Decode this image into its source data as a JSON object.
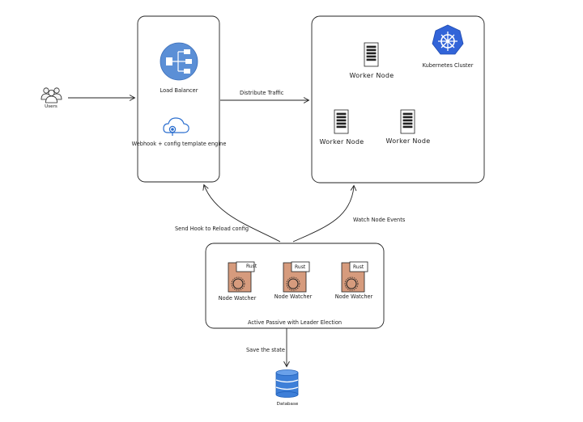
{
  "users": {
    "label": "Users"
  },
  "lb_box": {
    "load_balancer_label": "Load Balancer",
    "webhook_label": "Webhook + config template engine"
  },
  "edges": {
    "distribute_traffic": "Distribute Traffic",
    "send_hook": "Send Hook to Reload config",
    "watch_events": "Watch Node Events",
    "save_state": "Save the state"
  },
  "cluster": {
    "kubernetes_label": "Kubernetes Cluster",
    "worker_nodes": [
      "Worker Node",
      "Worker Node",
      "Worker Node"
    ]
  },
  "watchers": {
    "items": [
      {
        "label": "Node Watcher",
        "tag": "Rust"
      },
      {
        "label": "Node Watcher",
        "tag": "Rust"
      },
      {
        "label": "Node Watcher",
        "tag": "Rust"
      }
    ],
    "group_label": "Active Passive with Leader Election"
  },
  "database": {
    "label": "Database"
  },
  "colors": {
    "lb_blue": "#5b8fd6",
    "k8s_blue": "#3264d8",
    "rust_brown": "#d69b7d",
    "db_blue": "#3e7fd8",
    "stroke": "#222222"
  }
}
